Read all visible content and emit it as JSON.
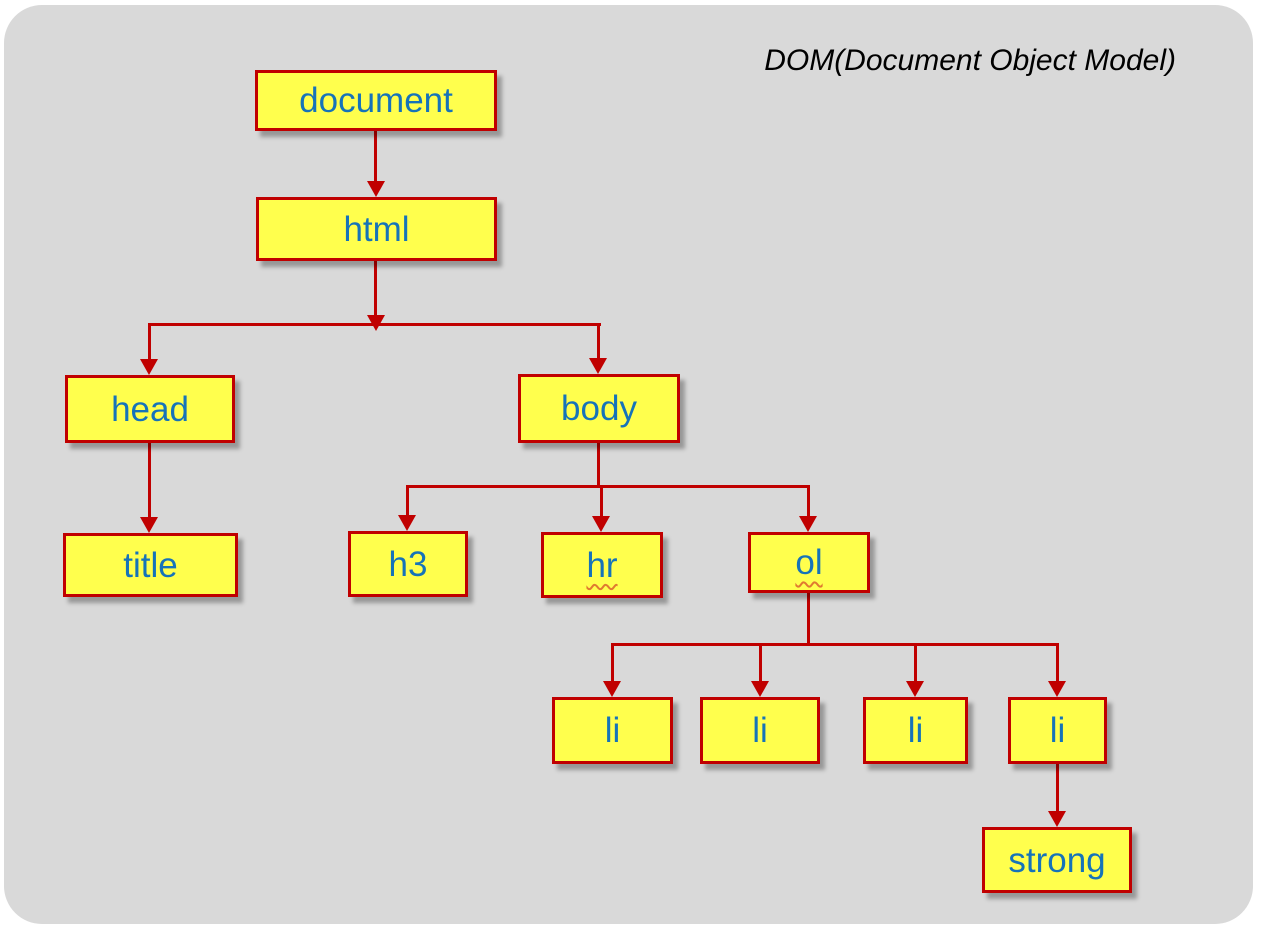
{
  "diagram": {
    "title": "DOM(Document Object Model)",
    "colors": {
      "box_fill": "#FFFF4D",
      "box_border": "#C00000",
      "label": "#1673B9",
      "connector": "#C00000",
      "panel_bg": "#D9D9D9",
      "squiggle": "#E07A30",
      "title_color": "#000000"
    },
    "nodes": {
      "document": {
        "label": "document"
      },
      "html": {
        "label": "html"
      },
      "head": {
        "label": "head"
      },
      "body": {
        "label": "body"
      },
      "title": {
        "label": "title"
      },
      "h3": {
        "label": "h3"
      },
      "hr": {
        "label": "hr"
      },
      "ol": {
        "label": "ol"
      },
      "li1": {
        "label": "li"
      },
      "li2": {
        "label": "li"
      },
      "li3": {
        "label": "li"
      },
      "li4": {
        "label": "li"
      },
      "strong": {
        "label": "strong"
      }
    },
    "tree": {
      "document": [
        "html"
      ],
      "html": [
        "head",
        "body"
      ],
      "head": [
        "title"
      ],
      "body": [
        "h3",
        "hr",
        "ol"
      ],
      "ol": [
        "li1",
        "li2",
        "li3",
        "li4"
      ],
      "li4": [
        "strong"
      ]
    }
  }
}
